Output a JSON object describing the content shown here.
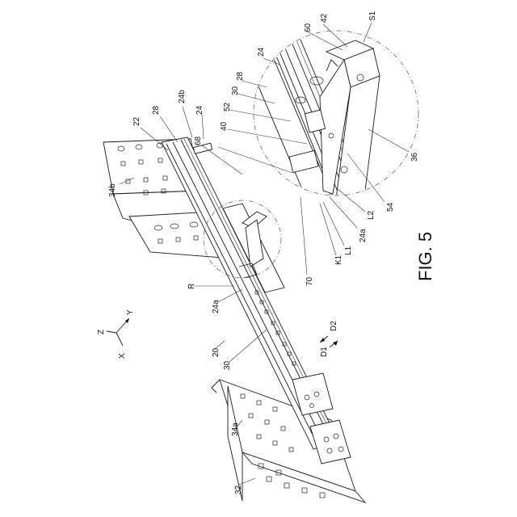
{
  "figure": {
    "caption": "FIG. 5"
  },
  "labels": {
    "l_32": "32",
    "l_34a": "34a",
    "l_34b": "34b",
    "l_20": "20",
    "l_30_lower": "30",
    "l_30_upper": "30",
    "l_24a_lower": "24a",
    "l_24a_upper": "24a",
    "l_R": "R",
    "l_22": "22",
    "l_28_lower": "28",
    "l_28_upper": "28",
    "l_24b": "24b",
    "l_24_lower": "24",
    "l_24_upper": "24",
    "l_68": "68",
    "l_40": "40",
    "l_52": "52",
    "l_60": "60",
    "l_42": "42",
    "l_S1": "S1",
    "l_36": "36",
    "l_54": "54",
    "l_L2": "L2",
    "l_L1": "L1",
    "l_K1": "K1",
    "l_70": "70",
    "l_D1": "D1",
    "l_D2": "D2"
  },
  "axes": {
    "x": "X",
    "y": "Y",
    "z": "Z"
  }
}
